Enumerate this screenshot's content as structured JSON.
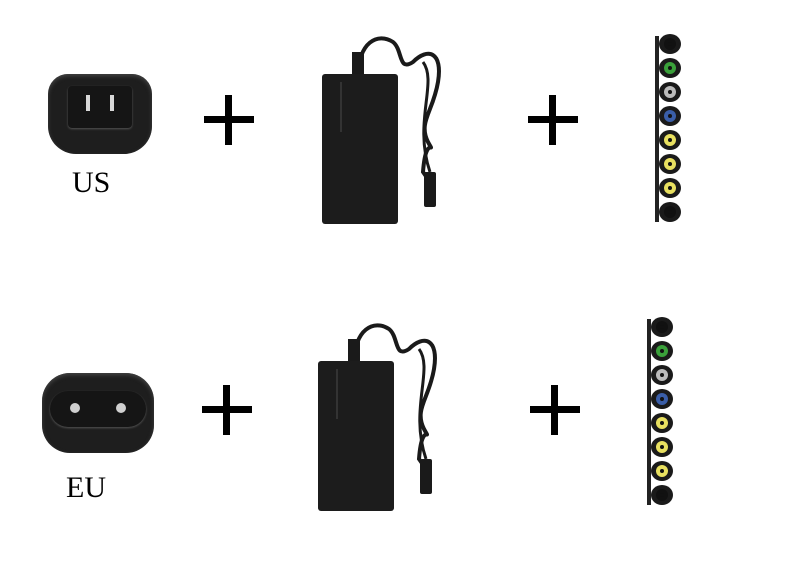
{
  "rows": [
    {
      "id": "us",
      "label": "US",
      "plug_type": "US two flat pin plug",
      "plus_1": "+",
      "plus_2": "+",
      "adapter": "laptop power adapter with cable",
      "tips": [
        "#111111",
        "#3aa03a",
        "#bbbbbb",
        "#3a5ea8",
        "#e8e060",
        "#e8e060",
        "#e8e060",
        "#111111"
      ]
    },
    {
      "id": "eu",
      "label": "EU",
      "plug_type": "EU two round pin plug",
      "plus_1": "+",
      "plus_2": "+",
      "adapter": "laptop power adapter with cable",
      "tips": [
        "#111111",
        "#3aa03a",
        "#bbbbbb",
        "#3a5ea8",
        "#e8e060",
        "#e8e060",
        "#e8e060",
        "#111111"
      ]
    }
  ]
}
